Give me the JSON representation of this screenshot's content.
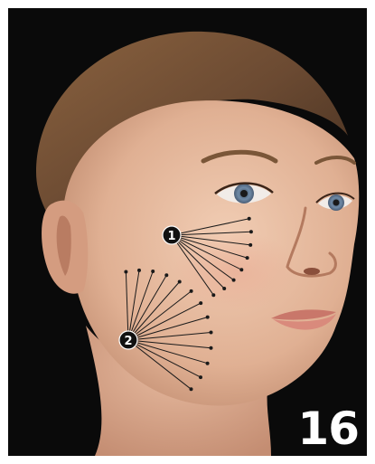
{
  "figure": {
    "page_number": "16",
    "markers": [
      {
        "label": "1",
        "fan_lines": 8
      },
      {
        "label": "2",
        "fan_lines": 13
      }
    ],
    "colors": {
      "background": "#0a0a0a",
      "frame": "#ffffff",
      "skin": "#e3b69a",
      "hair": "#6b4a32",
      "marker_fill": "#111111",
      "marker_text": "#ffffff",
      "line": "#1a1a1a"
    }
  }
}
